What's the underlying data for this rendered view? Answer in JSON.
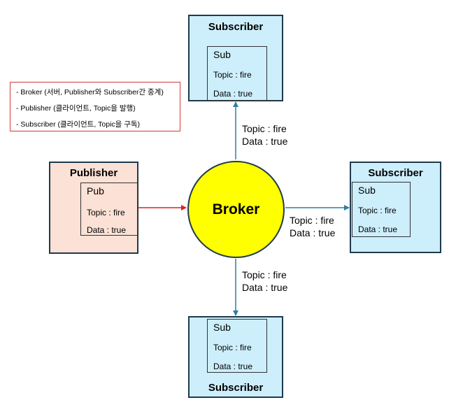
{
  "legend": {
    "items": [
      "- Broker (서버, Publisher와 Subscriber간 중계)",
      "- Publisher (클라이언트, Topic을 발행)",
      "- Subscriber (클라이언트, Topic을 구독)"
    ]
  },
  "broker": {
    "label": "Broker"
  },
  "publisher": {
    "title": "Publisher",
    "inner": {
      "header": "Pub",
      "topic": "Topic : fire",
      "data": "Data : true"
    }
  },
  "subscribers": {
    "top": {
      "title": "Subscriber",
      "inner": {
        "header": "Sub",
        "topic": "Topic : fire",
        "data": "Data : true"
      }
    },
    "right": {
      "title": "Subscriber",
      "inner": {
        "header": "Sub",
        "topic": "Topic : fire",
        "data": "Data : true"
      }
    },
    "bottom": {
      "title": "Subscriber",
      "inner": {
        "header": "Sub",
        "topic": "Topic : fire",
        "data": "Data : true"
      }
    }
  },
  "messages": {
    "top": {
      "topic": "Topic : fire",
      "data": "Data : true"
    },
    "right": {
      "topic": "Topic : fire",
      "data": "Data : true"
    },
    "bottom": {
      "topic": "Topic : fire",
      "data": "Data : true"
    }
  },
  "colors": {
    "subscriber_fill": "#cdeefb",
    "publisher_fill": "#fbe1d6",
    "broker_fill": "#ffff00",
    "publish_arrow": "#e0201e",
    "subscribe_arrow": "#2e7ea6",
    "legend_border": "#d23a3a"
  }
}
